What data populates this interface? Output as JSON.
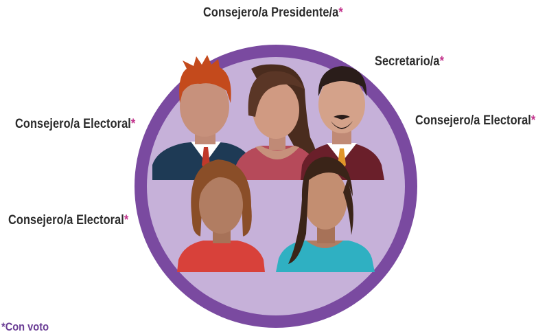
{
  "labels": {
    "president": "Consejero/a Presidente/a",
    "secretary": "Secretario/a",
    "electoral_left": "Consejero/a Electoral",
    "electoral_right": "Consejero/a Electoral",
    "electoral_bottom_left": "Consejero/a Electoral",
    "asterisk": "*"
  },
  "footnote": "*Con voto",
  "colors": {
    "ring": "#7a4aa0",
    "inner": "#c6b1d9",
    "asterisk": "#c2318b",
    "footnote": "#6a3d95"
  }
}
